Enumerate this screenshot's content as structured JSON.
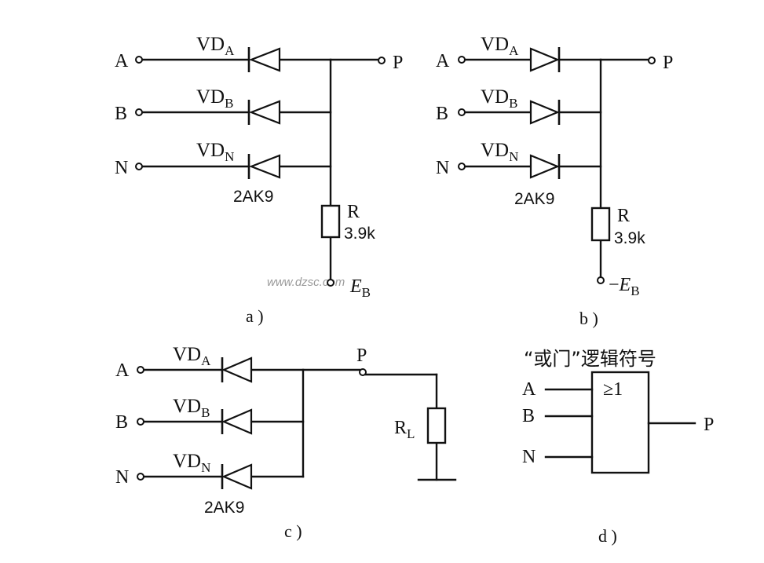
{
  "watermark": "www.dzsc.com",
  "panel_a": {
    "inputs": [
      "A",
      "B",
      "N"
    ],
    "diode_prefix": "VD",
    "diode_subs": [
      "A",
      "B",
      "N"
    ],
    "diode_model": "2AK9",
    "output": "P",
    "resistor_name": "R",
    "resistor_value": "3.9k",
    "supply_main": "E",
    "supply_sub": "B",
    "caption": "a )"
  },
  "panel_b": {
    "inputs": [
      "A",
      "B",
      "N"
    ],
    "diode_prefix": "VD",
    "diode_subs": [
      "A",
      "B",
      "N"
    ],
    "diode_model": "2AK9",
    "output": "P",
    "resistor_name": "R",
    "resistor_value": "3.9k",
    "supply_sign": "−",
    "supply_main": "E",
    "supply_sub": "B",
    "caption": "b )"
  },
  "panel_c": {
    "inputs": [
      "A",
      "B",
      "N"
    ],
    "diode_prefix": "VD",
    "diode_subs": [
      "A",
      "B",
      "N"
    ],
    "diode_model": "2AK9",
    "output": "P",
    "load_main": "R",
    "load_sub": "L",
    "caption": "c )"
  },
  "panel_d": {
    "title": "“或门”逻辑符号",
    "inputs": [
      "A",
      "B",
      "N"
    ],
    "gate_symbol": "≥1",
    "output": "P",
    "caption": "d )"
  }
}
